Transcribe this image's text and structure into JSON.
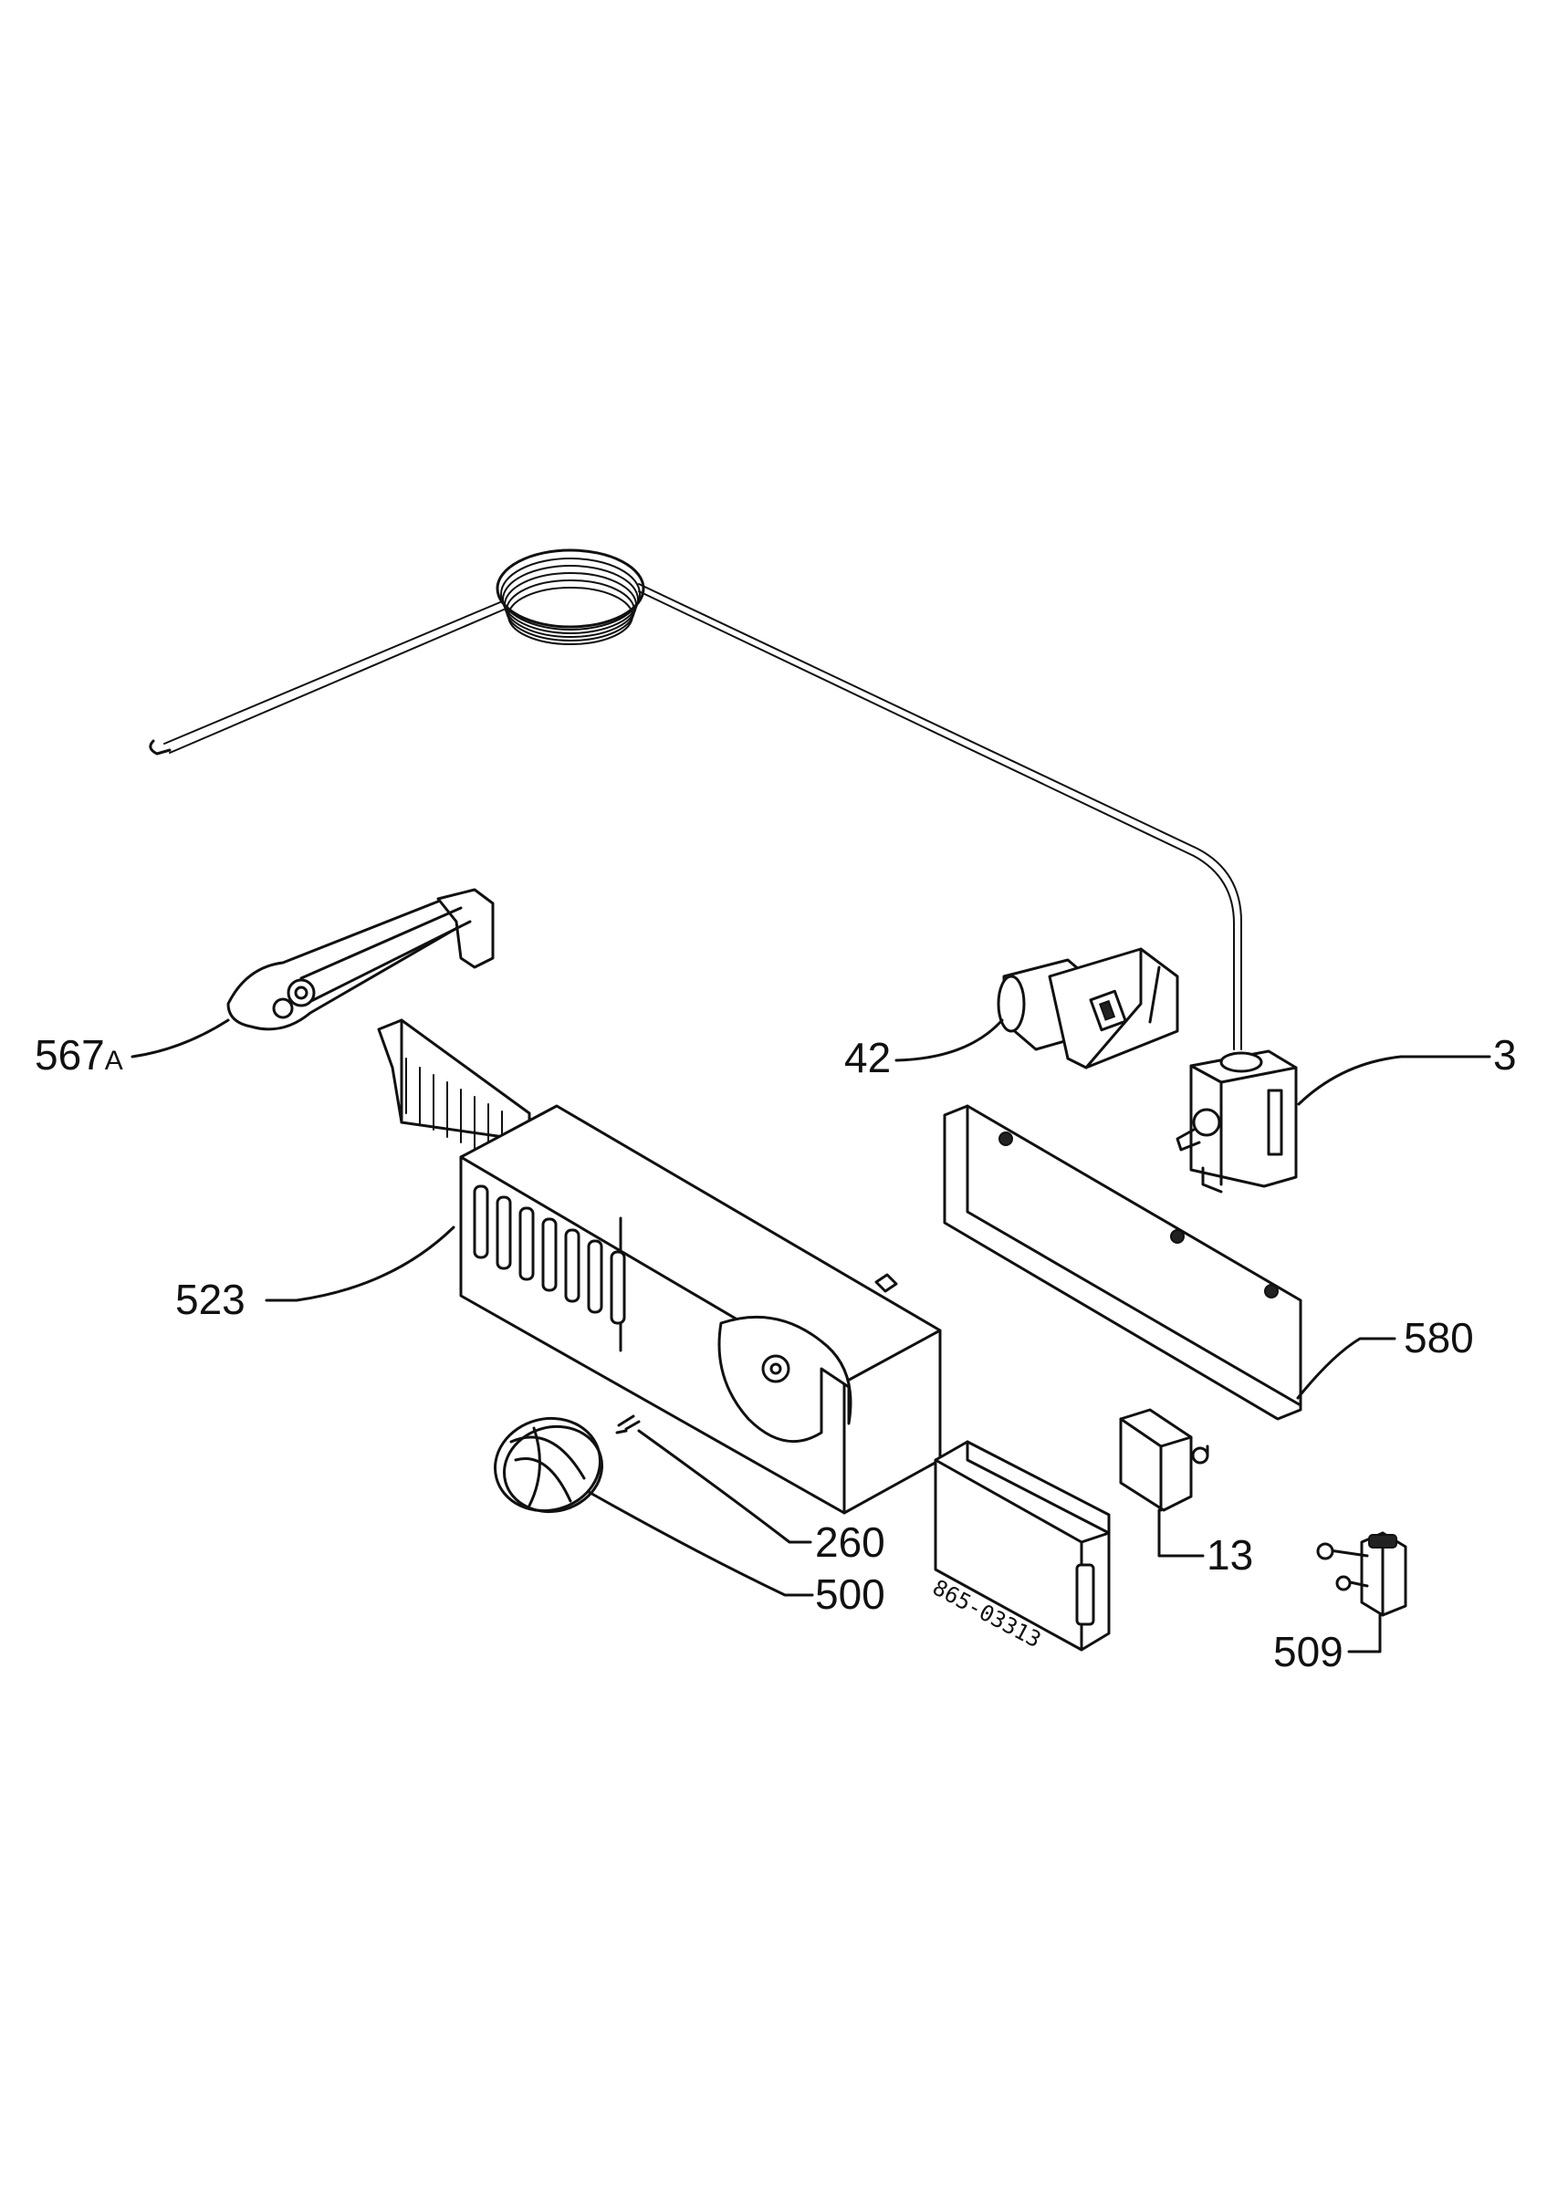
{
  "parts": [
    {
      "id": "p3",
      "label": "3"
    },
    {
      "id": "p13",
      "label": "13"
    },
    {
      "id": "p42",
      "label": "42"
    },
    {
      "id": "p260",
      "label": "260"
    },
    {
      "id": "p500",
      "label": "500"
    },
    {
      "id": "p509",
      "label": "509"
    },
    {
      "id": "p523",
      "label": "523"
    },
    {
      "id": "p567",
      "label": "567",
      "suffix": "A"
    },
    {
      "id": "p580",
      "label": "580"
    }
  ],
  "module_stamp": "865-03313"
}
